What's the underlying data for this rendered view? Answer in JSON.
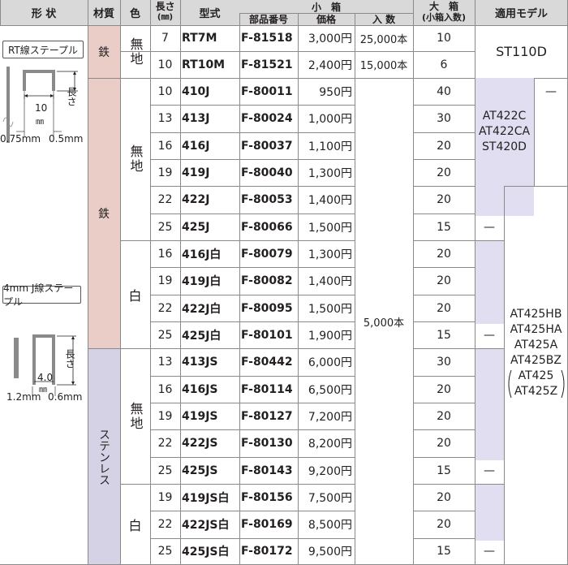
{
  "colors": {
    "header": "#d9d9d9",
    "iron": "#e9cdc6",
    "stainless": "#d4d2e4",
    "model_purple": "#e0def0",
    "line": "#8a8a8a"
  },
  "header": {
    "shape": "形 状",
    "material": "材質",
    "color": "色",
    "length": "長さ",
    "length_unit": "(㎜)",
    "model": "型式",
    "small_box": "小　箱",
    "part_no": "部品番号",
    "price": "価格",
    "qty": "入 数",
    "large_box": "大　箱",
    "large_box_sub": "(小箱入数)",
    "applicable": "適用モデル"
  },
  "shapes": {
    "rt_label": "RT線ステープル",
    "rt_length": "長さ",
    "rt_width": "10",
    "rt_width_unit": "㎜",
    "rt_left": "0.75mm",
    "rt_right": "0.5mm",
    "j_label": "4mm J線ステープル",
    "j_length": "長さ",
    "j_width": "4.0",
    "j_width_unit": "㎜",
    "j_left": "1.2mm",
    "j_right": "0.6mm"
  },
  "materials": {
    "iron": "鉄",
    "stainless": "ステンレス"
  },
  "colors_text": {
    "plain": "無地",
    "white": "白"
  },
  "qty_shared": "5,000本",
  "rows": [
    {
      "len": "7",
      "model": "RT7M",
      "part": "F-81518",
      "price": "3,000円",
      "qty": "25,000本",
      "box": "10"
    },
    {
      "len": "10",
      "model": "RT10M",
      "part": "F-81521",
      "price": "2,400円",
      "qty": "15,000本",
      "box": "6"
    },
    {
      "len": "10",
      "model": "410J",
      "part": "F-80011",
      "price": "950円",
      "box": "40"
    },
    {
      "len": "13",
      "model": "413J",
      "part": "F-80024",
      "price": "1,000円",
      "box": "30"
    },
    {
      "len": "16",
      "model": "416J",
      "part": "F-80037",
      "price": "1,100円",
      "box": "20"
    },
    {
      "len": "19",
      "model": "419J",
      "part": "F-80040",
      "price": "1,300円",
      "box": "20"
    },
    {
      "len": "22",
      "model": "422J",
      "part": "F-80053",
      "price": "1,400円",
      "box": "20"
    },
    {
      "len": "25",
      "model": "425J",
      "part": "F-80066",
      "price": "1,500円",
      "box": "15"
    },
    {
      "len": "16",
      "model": "416J白",
      "part": "F-80079",
      "price": "1,300円",
      "box": "20"
    },
    {
      "len": "19",
      "model": "419J白",
      "part": "F-80082",
      "price": "1,400円",
      "box": "20"
    },
    {
      "len": "22",
      "model": "422J白",
      "part": "F-80095",
      "price": "1,500円",
      "box": "20"
    },
    {
      "len": "25",
      "model": "425J白",
      "part": "F-80101",
      "price": "1,900円",
      "box": "15"
    },
    {
      "len": "13",
      "model": "413JS",
      "part": "F-80442",
      "price": "6,000円",
      "box": "30"
    },
    {
      "len": "16",
      "model": "416JS",
      "part": "F-80114",
      "price": "6,500円",
      "box": "20"
    },
    {
      "len": "19",
      "model": "419JS",
      "part": "F-80127",
      "price": "7,200円",
      "box": "20"
    },
    {
      "len": "22",
      "model": "422JS",
      "part": "F-80130",
      "price": "8,200円",
      "box": "20"
    },
    {
      "len": "25",
      "model": "425JS",
      "part": "F-80143",
      "price": "9,200円",
      "box": "15"
    },
    {
      "len": "19",
      "model": "419JS白",
      "part": "F-80156",
      "price": "7,500円",
      "box": "20"
    },
    {
      "len": "22",
      "model": "422JS白",
      "part": "F-80169",
      "price": "8,500円",
      "box": "20"
    },
    {
      "len": "25",
      "model": "425JS白",
      "part": "F-80172",
      "price": "9,500円",
      "box": "15"
    }
  ],
  "models": {
    "st110d": "ST110D",
    "at422": [
      "AT422C",
      "AT422CA",
      "ST420D"
    ],
    "at425": [
      "AT425HB",
      "AT425HA",
      "AT425A",
      "AT425BZ"
    ],
    "at425_paren": [
      "AT425",
      "AT425Z"
    ],
    "dash": "—"
  }
}
